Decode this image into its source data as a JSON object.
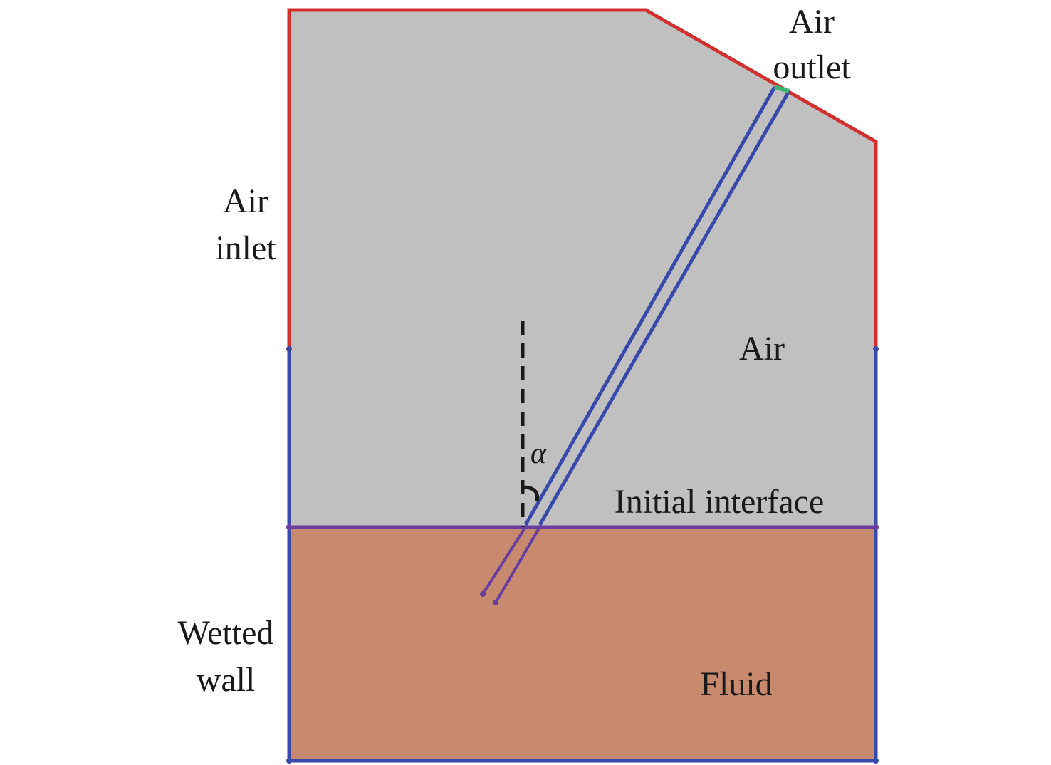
{
  "labels": {
    "air_outlet_line1": "Air",
    "air_outlet_line2": "outlet",
    "air_inlet_line1": "Air",
    "air_inlet_line2": "inlet",
    "air_region": "Air",
    "angle_symbol": "α",
    "initial_interface": "Initial interface",
    "wetted_wall_line1": "Wetted",
    "wetted_wall_line2": "wall",
    "fluid_region": "Fluid"
  },
  "colors": {
    "air_region_fill": "#c0c0c0",
    "fluid_region_fill": "#c78a6e",
    "air_boundary": "#d32f2f",
    "wetted_wall_boundary": "#3949ab",
    "interface_line": "#6a3da0",
    "outlet_marker": "#3cb371",
    "pipe_lines": "#3949ab",
    "reference_line": "#1a1a1a",
    "text": "#1a1a1a"
  }
}
